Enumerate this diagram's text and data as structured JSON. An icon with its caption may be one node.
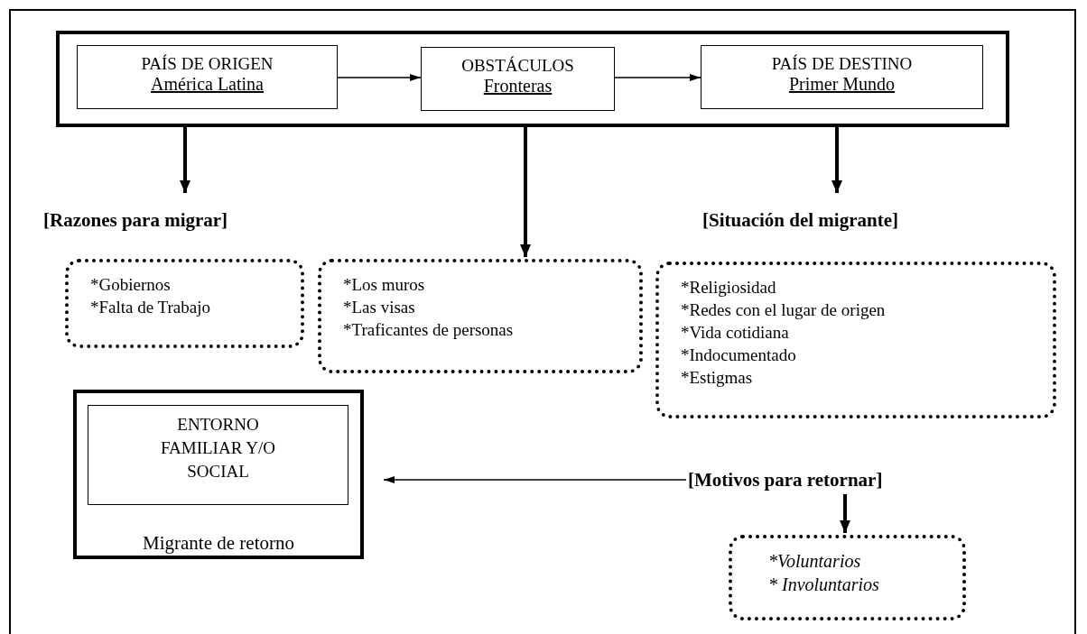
{
  "diagram": {
    "nodes": [
      {
        "text": [],
        "shape": "box"
      },
      {
        "text": [
          "PAÍS DE ORIGEN",
          "América Latina"
        ],
        "in": 0
      },
      {
        "text": [
          "OBSTÁCULOS",
          "Fronteras"
        ],
        "in": 0
      },
      {
        "text": [
          "PAÍS DE DESTINO",
          "Primer Mundo"
        ],
        "in": 0
      },
      {
        "text": [
          "[Razones para migrar]"
        ]
      },
      {
        "text": [
          "[Situación del migrante]"
        ]
      },
      {
        "text": [
          "*Gobiernos",
          "*Falta de Trabajo"
        ]
      },
      {
        "text": [
          "*Los muros",
          "*Las visas",
          "*Traficantes de personas"
        ]
      },
      {
        "text": [
          "*Religiosidad",
          "*Redes con el lugar de origen",
          "*Vida cotidiana",
          "*Indocumentado",
          "*Estigmas"
        ]
      },
      {
        "text": [
          "Migrante de retorno"
        ]
      },
      {
        "text": [
          "ENTORNO FAMILIAR Y/O SOCIAL"
        ],
        "in": 9
      },
      {
        "text": [
          "[Motivos para retornar]"
        ]
      },
      {
        "text": [
          "*Voluntarios",
          "* Involuntarios"
        ]
      }
    ],
    "edges": [
      {
        "from": 1,
        "to": 2,
        "arrow": "to"
      },
      {
        "from": 2,
        "to": 3,
        "arrow": "to"
      },
      {
        "from": 0,
        "to": 4,
        "arrow": "to"
      },
      {
        "from": 0,
        "to": 7,
        "arrow": "to"
      },
      {
        "from": 0,
        "to": 5,
        "arrow": "to"
      },
      {
        "from": 11,
        "to": 9,
        "arrow": "to"
      },
      {
        "from": 11,
        "to": 12,
        "arrow": "to"
      }
    ]
  }
}
